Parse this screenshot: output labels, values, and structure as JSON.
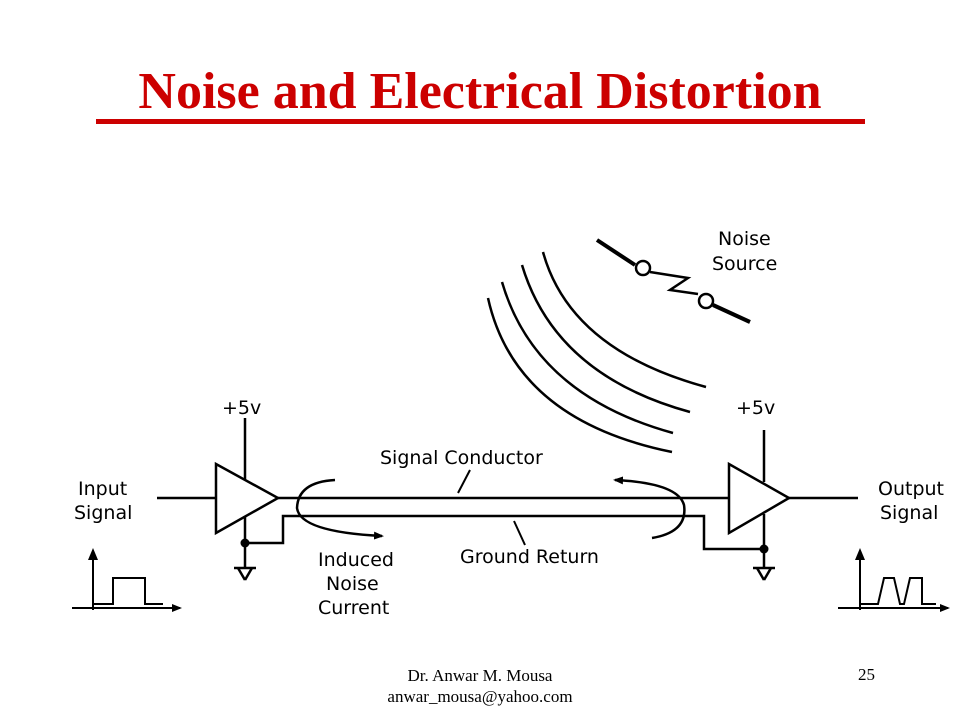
{
  "slide": {
    "title": "Noise and Electrical Distortion",
    "title_color": "#cc0000",
    "page_number": "25",
    "footer": {
      "author": "Dr. Anwar M. Mousa",
      "email": "anwar_mousa@yahoo.com"
    }
  },
  "diagram": {
    "labels": {
      "noise_source_line1": "Noise",
      "noise_source_line2": "Source",
      "supply_left": "+5v",
      "supply_right": "+5v",
      "signal_conductor": "Signal Conductor",
      "ground_return": "Ground Return",
      "input_line1": "Input",
      "input_line2": "Signal",
      "output_line1": "Output",
      "output_line2": "Signal",
      "induced_line1": "Induced",
      "induced_line2": "Noise",
      "induced_line3": "Current"
    }
  }
}
